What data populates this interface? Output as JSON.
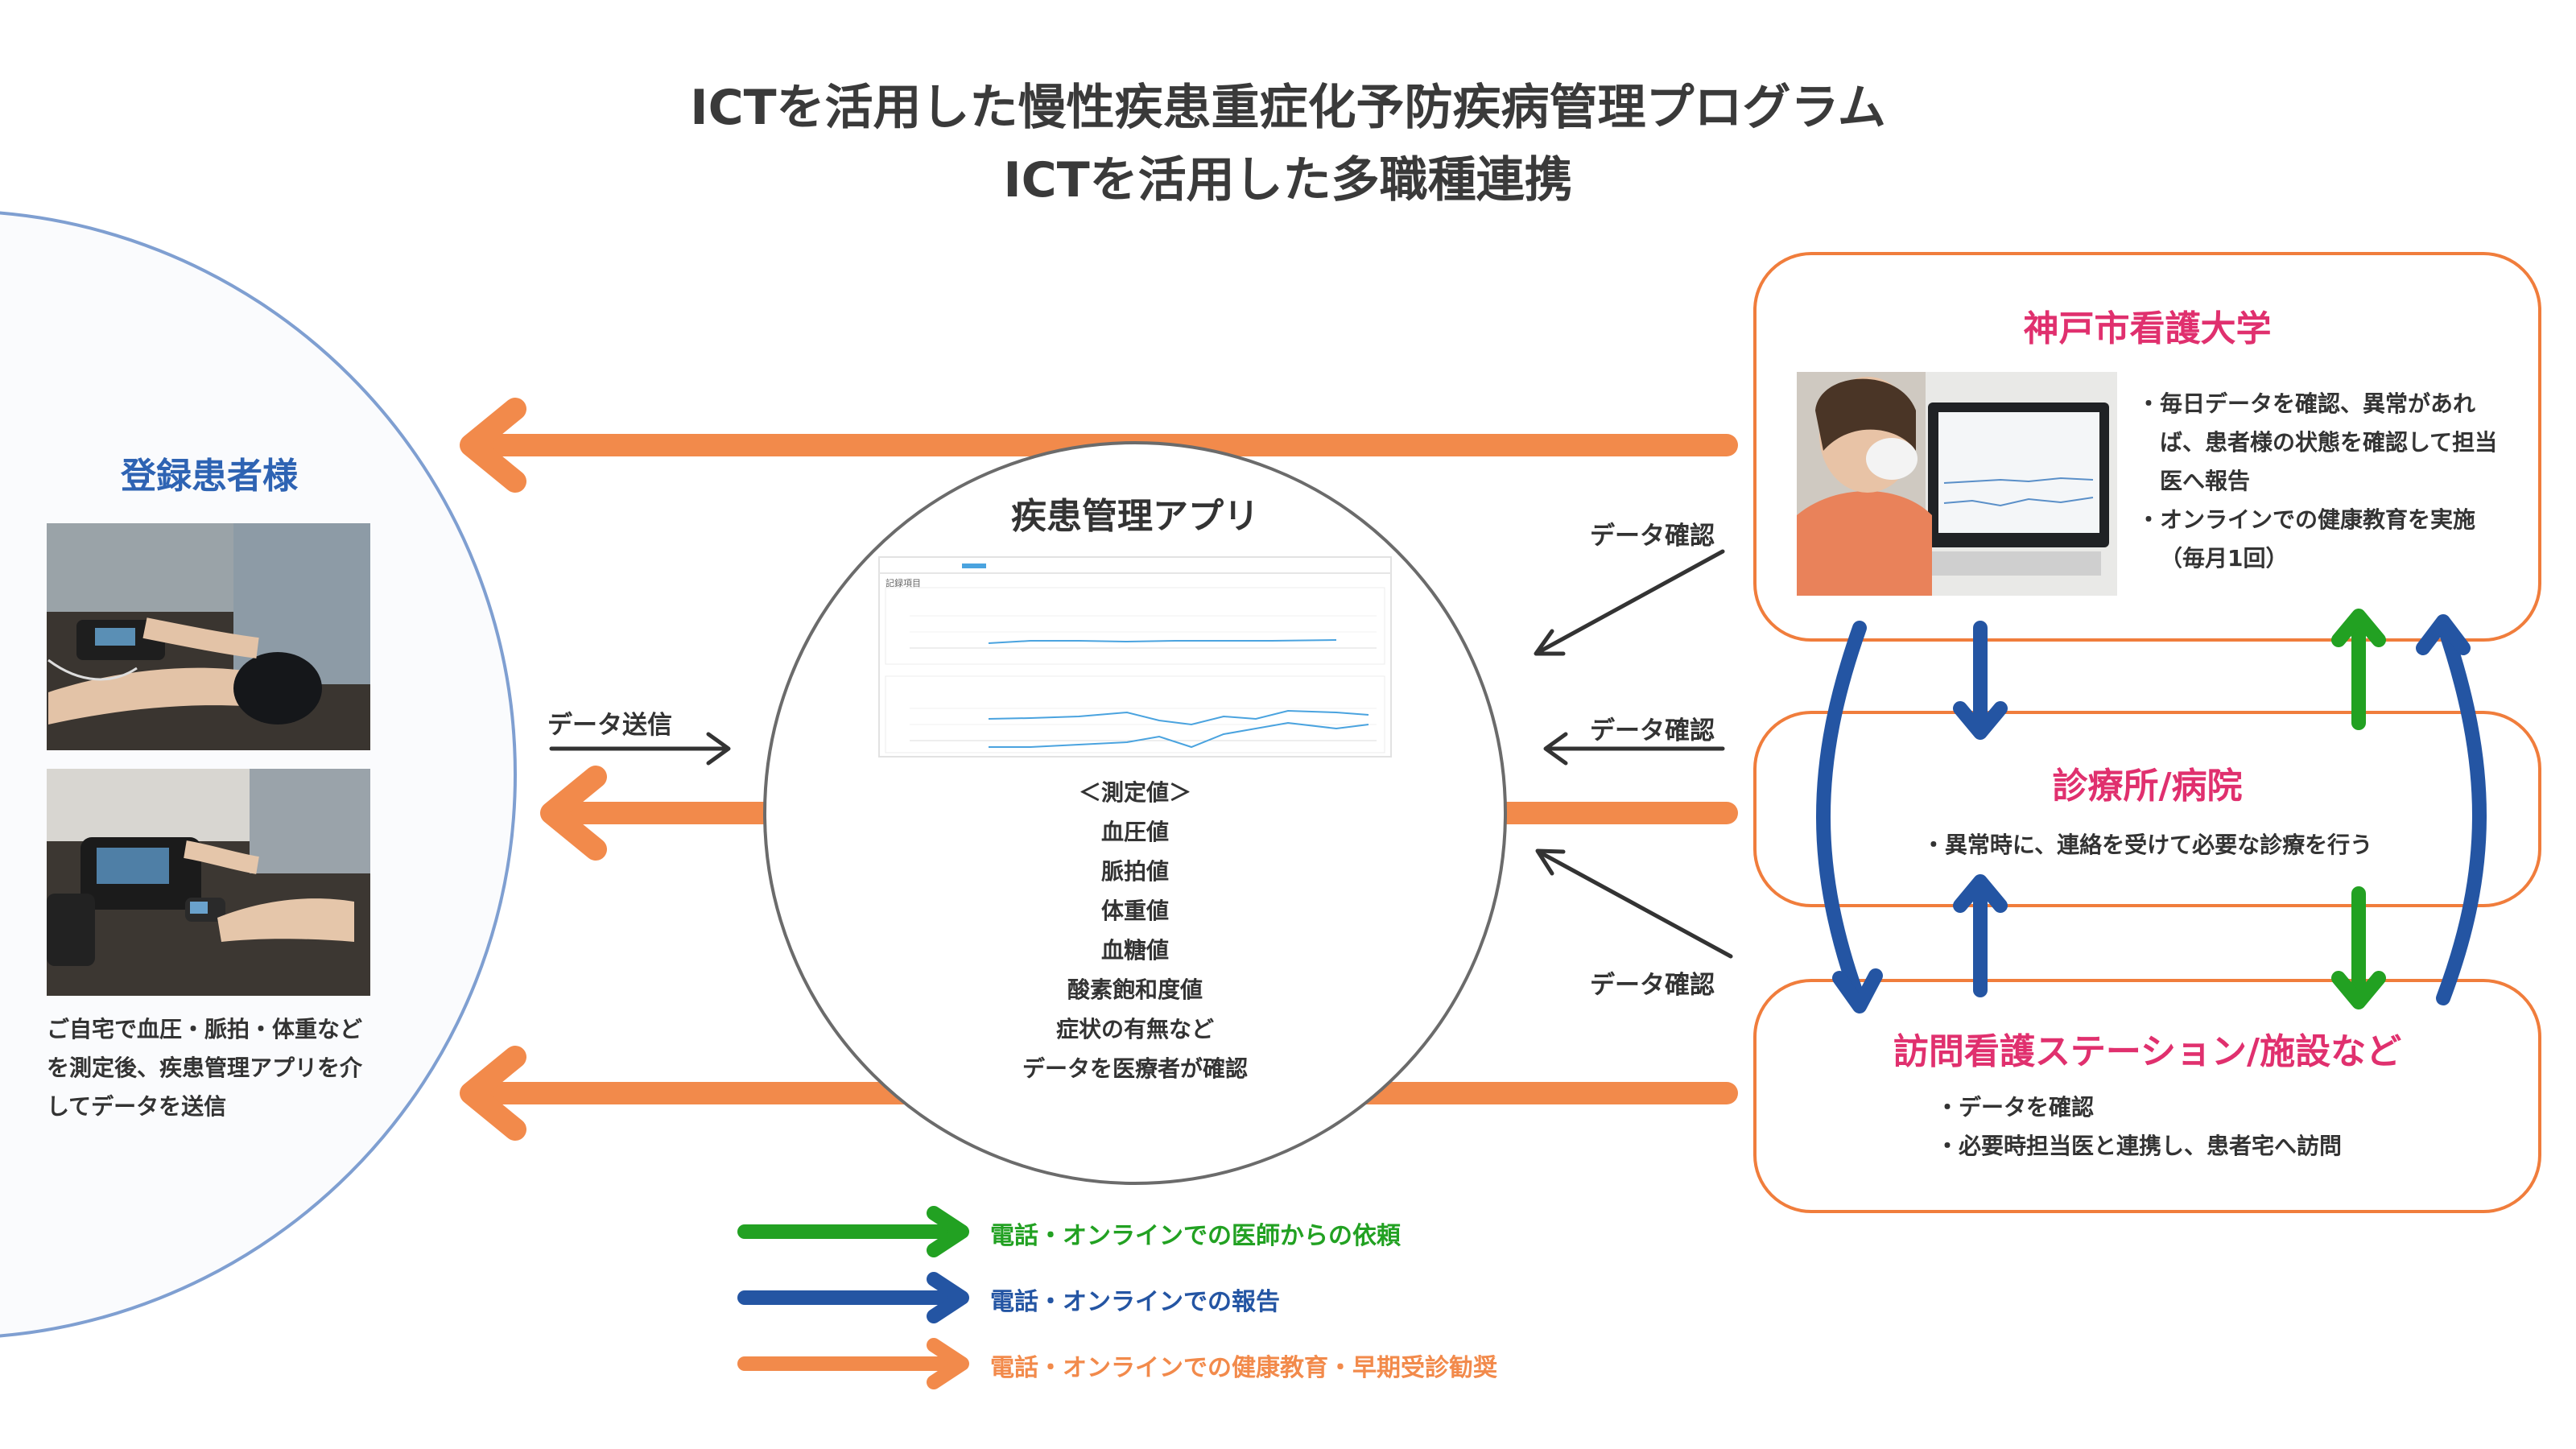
{
  "title": {
    "line1": "ICTを活用した慢性疾患重症化予防疾病管理プログラム",
    "line2": "ICTを活用した多職種連携"
  },
  "patient": {
    "title": "登録患者様",
    "description": [
      "ご自宅で血圧・脈拍・体重など",
      "を測定後、疾患管理アプリを介",
      "してデータを送信"
    ]
  },
  "app": {
    "title": "疾患管理アプリ",
    "screen_title": "記録項目",
    "measure_header": "＜測定値＞",
    "measures": [
      "血圧値",
      "脈拍値",
      "体重値",
      "血糖値",
      "酸素飽和度値",
      "症状の有無など"
    ],
    "footer": "データを医療者が確認"
  },
  "university": {
    "title": "神戸市看護大学",
    "bullets": [
      "・毎日データを確認、異常があれ",
      "ば、患者様の状態を確認して担当",
      "医へ報告",
      "・オンラインでの健康教育を実施",
      "（毎月1回）"
    ]
  },
  "clinic": {
    "title": "診療所/病院",
    "bullets": [
      "・異常時に、連絡を受けて必要な診療を行う"
    ]
  },
  "station": {
    "title": "訪問看護ステーション/施設など",
    "bullets": [
      "・データを確認",
      "・必要時担当医と連携し、患者宅へ訪問"
    ]
  },
  "labels": {
    "data_send": "データ送信",
    "data_check_1": "データ確認",
    "data_check_2": "データ確認",
    "data_check_3": "データ確認"
  },
  "legend": [
    {
      "label": "電話・オンラインでの医師からの依頼",
      "color": "#22a122"
    },
    {
      "label": "電話・オンラインでの報告",
      "color": "#2455a3"
    },
    {
      "label": "電話・オンラインでの健康教育・早期受診勧奨",
      "color": "#f28a4b"
    }
  ],
  "colors": {
    "orange": "#f28a4b",
    "blue": "#2455a3",
    "green": "#22a122",
    "pink": "#e0306e",
    "patient_blue": "#2e63b3",
    "box_border": "#f07d3c",
    "circle_border": "#7f9fd1"
  },
  "icons": [
    "blood-pressure-monitor-photo",
    "pulse-oximeter-photo",
    "nurse-computer-photo"
  ]
}
